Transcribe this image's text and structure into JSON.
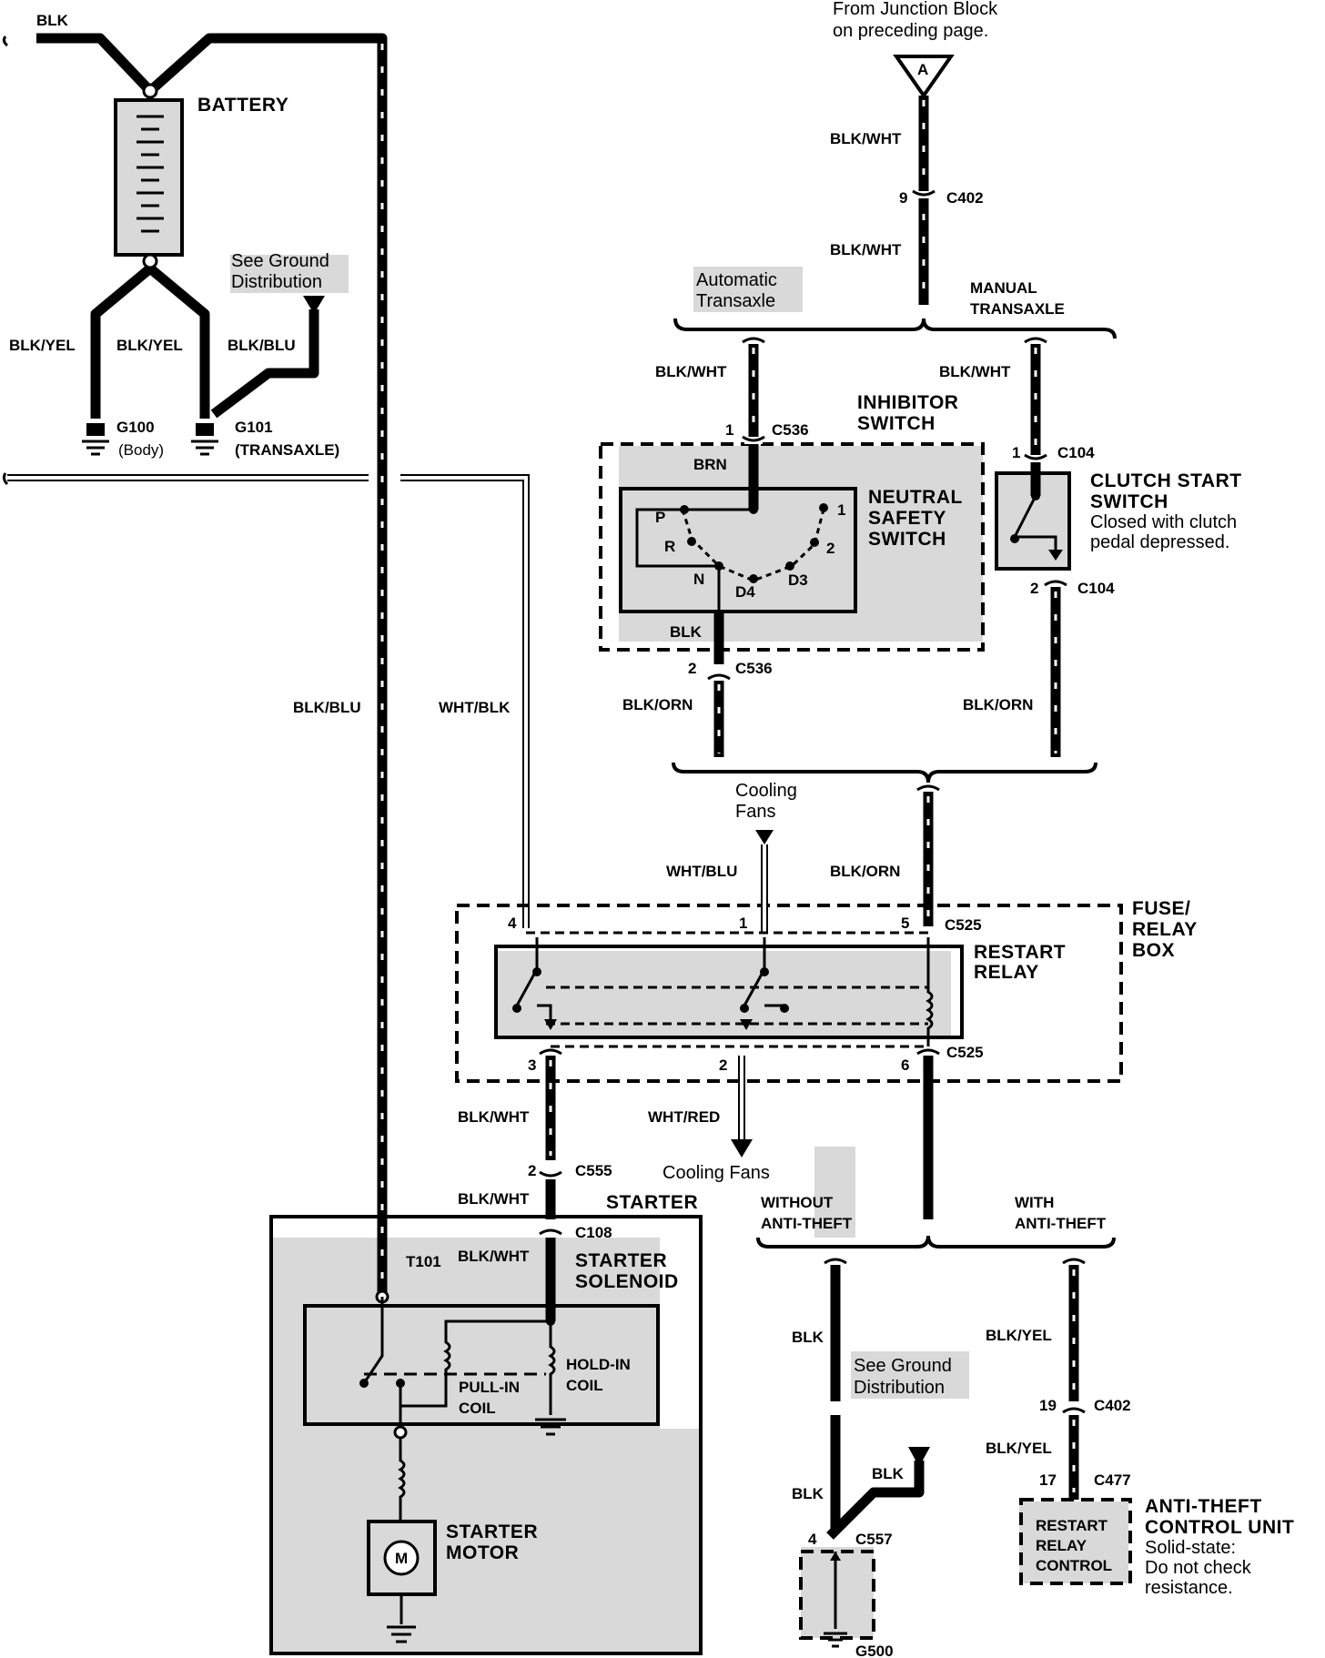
{
  "labels": {
    "blk_top": "BLK",
    "battery": "BATTERY",
    "blk_yel_1": "BLK/YEL",
    "blk_yel_2": "BLK/YEL",
    "blk_blu_1": "BLK/BLU",
    "see_ground_1a": "See Ground",
    "see_ground_1b": "Distribution",
    "g100": "G100",
    "body": "(Body)",
    "g101": "G101",
    "transaxle": "(TRANSAXLE)",
    "blk_blu_main": "BLK/BLU",
    "wht_blk": "WHT/BLK",
    "from_jb_1": "From Junction Block",
    "from_jb_2": "on preceding page.",
    "a_marker": "A",
    "blk_wht_1": "BLK/WHT",
    "pin_9": "9",
    "c402_a": "C402",
    "blk_wht_2": "BLK/WHT",
    "auto_trans_1": "Automatic",
    "auto_trans_2": "Transaxle",
    "manual_trans_1": "MANUAL",
    "manual_trans_2": "TRANSAXLE",
    "blk_wht_3": "BLK/WHT",
    "blk_wht_4": "BLK/WHT",
    "inhibitor_1": "INHIBITOR",
    "inhibitor_2": "SWITCH",
    "pin_1_c536": "1",
    "c536_a": "C536",
    "pin_1_c104": "1",
    "c104_a": "C104",
    "brn": "BRN",
    "neutral_1": "NEUTRAL",
    "neutral_2": "SAFETY",
    "neutral_3": "SWITCH",
    "pos_p": "P",
    "pos_r": "R",
    "pos_n": "N",
    "pos_d4": "D4",
    "pos_d3": "D3",
    "pos_2": "2",
    "pos_1": "1",
    "clutch_1": "CLUTCH START",
    "clutch_2": "SWITCH",
    "clutch_3": "Closed with clutch",
    "clutch_4": "pedal  depressed.",
    "pin_2_c104": "2",
    "c104_b": "C104",
    "blk_inh": "BLK",
    "pin_2_c536": "2",
    "c536_b": "C536",
    "blk_orn_1": "BLK/ORN",
    "blk_orn_2": "BLK/ORN",
    "cooling_fans_1a": "Cooling",
    "cooling_fans_1b": "Fans",
    "wht_blu": "WHT/BLU",
    "blk_orn_3": "BLK/ORN",
    "fuse_relay_1": "FUSE/",
    "fuse_relay_2": "RELAY",
    "fuse_relay_3": "BOX",
    "pin_4": "4",
    "pin_1_relay": "1",
    "pin_5": "5",
    "c525_a": "C525",
    "restart_1": "RESTART",
    "restart_2": "RELAY",
    "pin_3": "3",
    "pin_2_relay": "2",
    "pin_6": "6",
    "c525_b": "C525",
    "blk_wht_5": "BLK/WHT",
    "wht_red": "WHT/RED",
    "pin_2_c555": "2",
    "c555": "C555",
    "cooling_fans_2": "Cooling Fans",
    "blk_wht_6": "BLK/WHT",
    "starter": "STARTER",
    "c108": "C108",
    "t101": "T101",
    "blk_wht_7": "BLK/WHT",
    "starter_sol_1": "STARTER",
    "starter_sol_2": "SOLENOID",
    "pull_in_1": "PULL-IN",
    "pull_in_2": "COIL",
    "hold_in_1": "HOLD-IN",
    "hold_in_2": "COIL",
    "starter_motor_1": "STARTER",
    "starter_motor_2": "MOTOR",
    "motor_m": "M",
    "without_1": "WITHOUT",
    "without_2": "ANTI-THEFT",
    "with_1": "WITH",
    "with_2": "ANTI-THEFT",
    "blk_1": "BLK",
    "see_ground_2a": "See Ground",
    "see_ground_2b": "Distribution",
    "blk_2": "BLK",
    "blk_3": "BLK",
    "pin_4_c557": "4",
    "c557": "C557",
    "g500": "G500",
    "blk_yel_3": "BLK/YEL",
    "pin_19": "19",
    "c402_b": "C402",
    "blk_yel_4": "BLK/YEL",
    "pin_17": "17",
    "c477": "C477",
    "restart_ctrl_1": "RESTART",
    "restart_ctrl_2": "RELAY",
    "restart_ctrl_3": "CONTROL",
    "anti_theft_1": "ANTI-THEFT",
    "anti_theft_2": "CONTROL UNIT",
    "anti_theft_3": "Solid-state:",
    "anti_theft_4": "Do not check",
    "anti_theft_5": "resistance."
  }
}
